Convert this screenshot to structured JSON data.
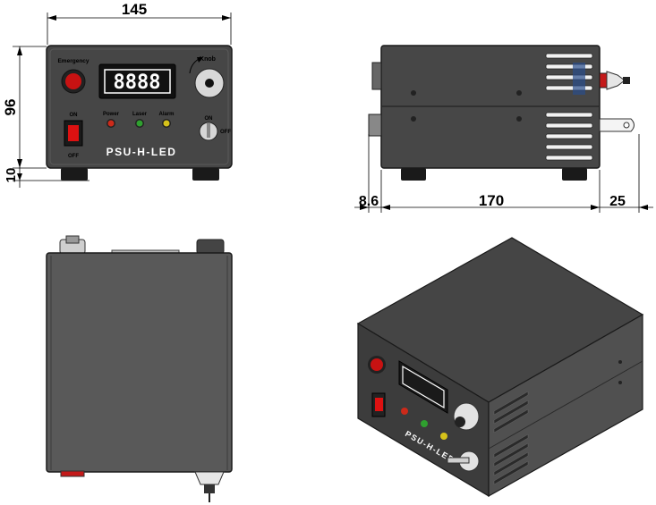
{
  "dimensions": {
    "width": "145",
    "height": "96",
    "foot": "10",
    "offset_front": "8.6",
    "length": "170",
    "offset_rear": "25"
  },
  "front_panel": {
    "brand": "PSU-H-LED",
    "emergency_label": "Emergency",
    "knob_label": "Knob",
    "power_label": "Power",
    "laser_label": "Laser",
    "alarm_label": "Alarm",
    "switch_on": "ON",
    "switch_off": "OFF",
    "key_on": "ON",
    "key_off": "OFF",
    "display_digits": "8888"
  },
  "colors": {
    "body": "#4a4a4a",
    "emergency": "#cc1010",
    "power_led": "#cc2a1a",
    "laser_led": "#2fa02f",
    "alarm_led": "#d6c21a"
  }
}
